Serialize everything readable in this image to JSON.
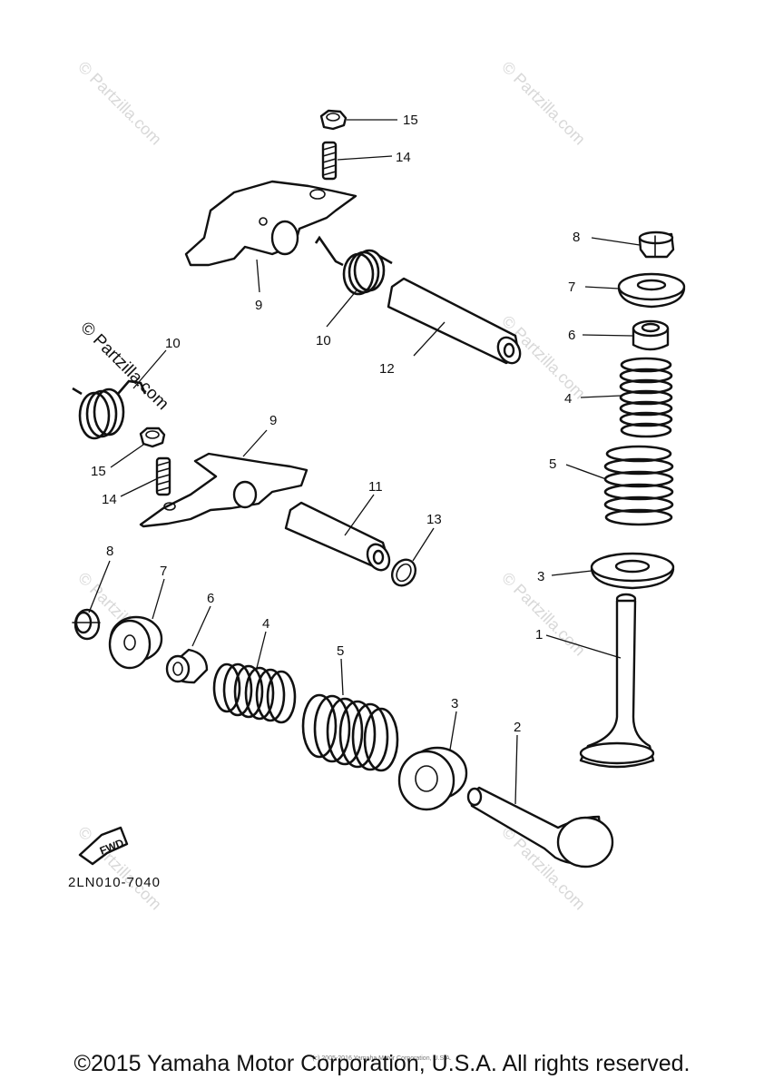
{
  "diagram": {
    "code": "2LN010-7040",
    "fwd_label": "FWD",
    "watermark_text": "© Partzilla.com",
    "copyright": "©2015 Yamaha Motor Corporation, U.S.A. All rights reserved.",
    "fine_print": "(c) 2005-2016 Yamaha Motor Corporation, U.S.A.",
    "callouts": {
      "c15_top": "15",
      "c14_top": "14",
      "c9_top": "9",
      "c10_top": "10",
      "c12": "12",
      "c8_right": "8",
      "c7_right": "7",
      "c6_right": "6",
      "c4_right": "4",
      "c5_right": "5",
      "c3_right": "3",
      "c1": "1",
      "c10_left": "10",
      "c9_left": "9",
      "c15_left": "15",
      "c14_left": "14",
      "c11": "11",
      "c13": "13",
      "c8_left": "8",
      "c7_left": "7",
      "c6_left": "6",
      "c4_left": "4",
      "c5_left": "5",
      "c3_left": "3",
      "c2": "2"
    }
  }
}
